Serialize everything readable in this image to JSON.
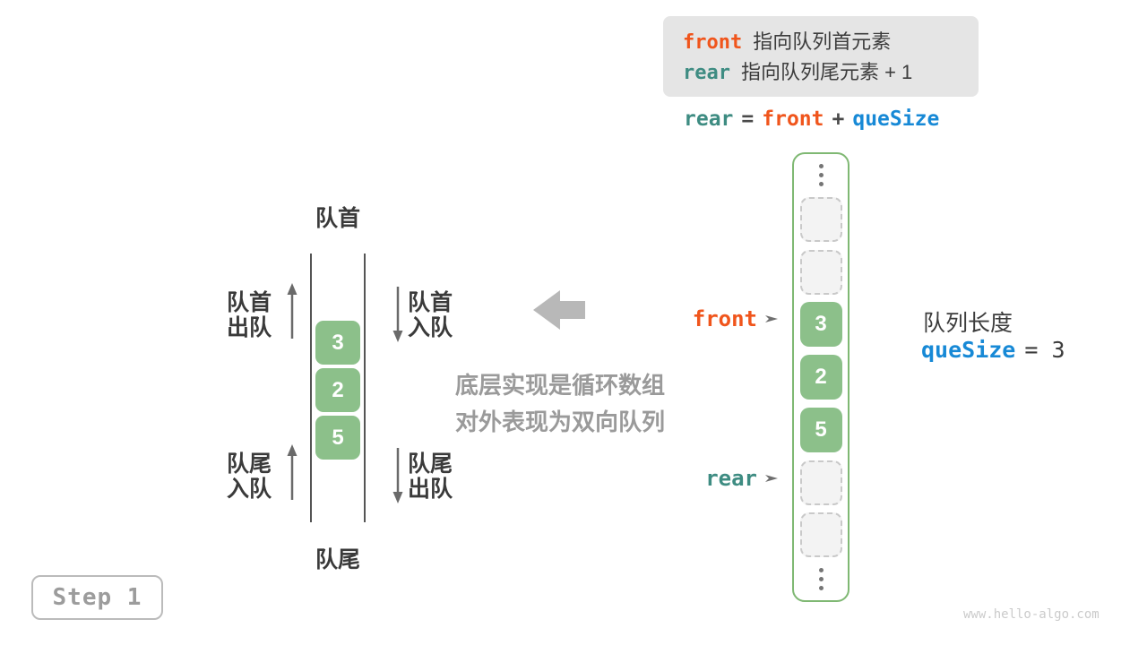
{
  "legend": {
    "line1_keyword": "front",
    "line1_text": "指向队列首元素",
    "line2_keyword": "rear",
    "line2_text": "指向队列尾元素 + 1"
  },
  "formula": {
    "rear": "rear",
    "equals": "=",
    "front": "front",
    "plus": "+",
    "quesize": "queSize"
  },
  "left_diagram": {
    "head_label": "队首",
    "tail_label": "队尾",
    "values": [
      "3",
      "2",
      "5"
    ],
    "head_out_line1": "队首",
    "head_out_line2": "出队",
    "head_in_line1": "队首",
    "head_in_line2": "入队",
    "tail_in_line1": "队尾",
    "tail_in_line2": "入队",
    "tail_out_line1": "队尾",
    "tail_out_line2": "出队"
  },
  "middle": {
    "caption1": "底层实现是循环数组",
    "caption2": "对外表现为双向队列"
  },
  "array": {
    "front_pointer": "front",
    "rear_pointer": "rear",
    "values": [
      "3",
      "2",
      "5"
    ]
  },
  "queue_info": {
    "label": "队列长度",
    "keyword": "queSize",
    "value": "= 3"
  },
  "step_label": "Step 1",
  "watermark": "www.hello-algo.com",
  "colors": {
    "front_orange": "#f0551c",
    "rear_teal": "#3e8c82",
    "quesize_blue": "#1789d6",
    "cell_green": "#8cc08a",
    "container_border_green": "#7fb873",
    "text_dark": "#3c3c3c",
    "muted_gray": "#9a9a9a",
    "legend_bg": "#e5e5e5"
  }
}
